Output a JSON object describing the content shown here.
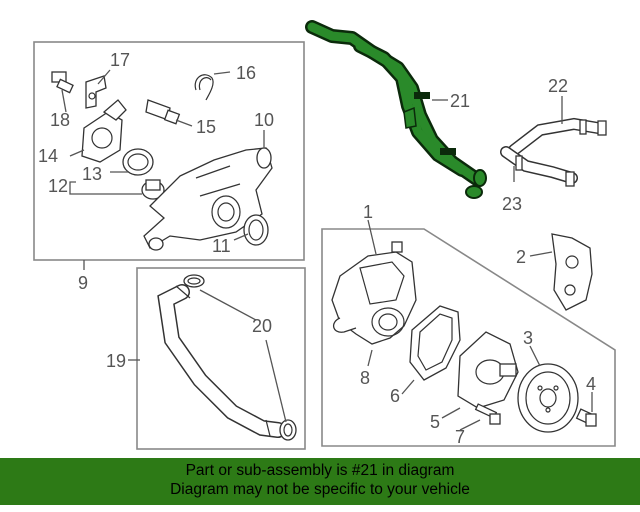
{
  "callouts": {
    "c1": "1",
    "c2": "2",
    "c3": "3",
    "c4": "4",
    "c5": "5",
    "c6": "6",
    "c7": "7",
    "c8": "8",
    "c9": "9",
    "c10": "10",
    "c11": "11",
    "c12": "12",
    "c13": "13",
    "c14": "14",
    "c15": "15",
    "c16": "16",
    "c17": "17",
    "c18": "18",
    "c19": "19",
    "c20": "20",
    "c21": "21",
    "c22": "22",
    "c23": "23"
  },
  "highlight": {
    "part_number": "21",
    "color": "#2a8a2a"
  },
  "banner": {
    "line1": "Part or sub-assembly is #21 in diagram",
    "line2": "Diagram may not be specific to your vehicle",
    "background": "#2d7a16"
  }
}
